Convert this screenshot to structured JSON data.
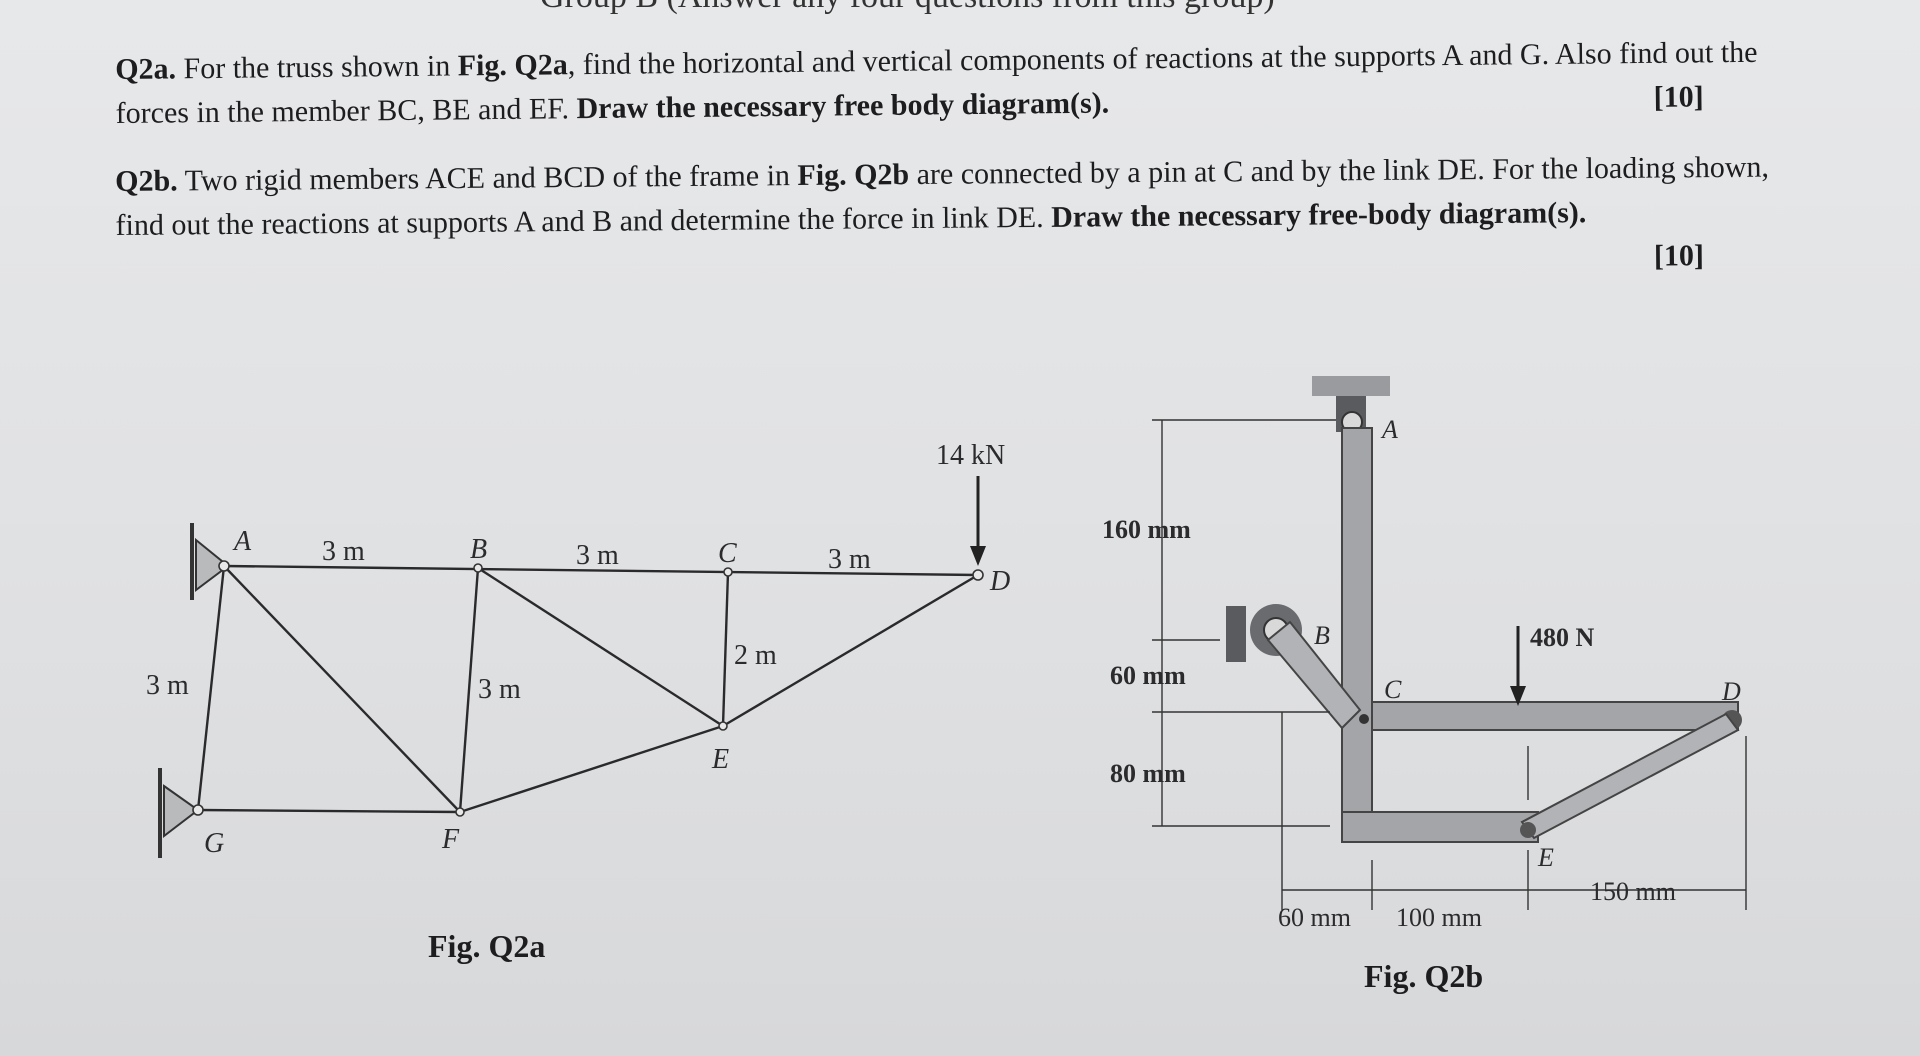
{
  "header": {
    "cut_text": "Group B (Answer any four questions from this group)"
  },
  "q2a": {
    "label": "Q2a.",
    "text_parts": [
      "For the truss shown in ",
      "Fig. Q2a",
      ", find the horizontal and vertical components of reactions at the supports A and G. Also find out the forces in the member BC, BE and EF. ",
      "Draw the necessary free body diagram(s)."
    ],
    "marks": "[10]"
  },
  "q2b": {
    "label": "Q2b.",
    "text_parts": [
      "Two rigid members ACE and BCD of the frame in ",
      "Fig. Q2b",
      " are connected by a pin at C and by the link DE. For the loading shown, find out the reactions at supports A and B and determine the force in link DE. ",
      "Draw the necessary free-body diagram(s)."
    ],
    "marks": "[10]"
  },
  "fig_q2a": {
    "caption": "Fig. Q2a",
    "nodes": {
      "A": "A",
      "B": "B",
      "C": "C",
      "D": "D",
      "E": "E",
      "F": "F",
      "G": "G"
    },
    "dims": {
      "ab": "3 m",
      "bc": "3 m",
      "cd": "3 m",
      "ag": "3 m",
      "bf": "3 m",
      "ce": "2 m"
    },
    "load": "14 kN"
  },
  "fig_q2b": {
    "caption": "Fig. Q2b",
    "labels": {
      "A": "A",
      "B": "B",
      "C": "C",
      "D": "D",
      "E": "E"
    },
    "load": "480 N",
    "dims": {
      "d160": "160 mm",
      "d60v": "60 mm",
      "d80": "80 mm",
      "d60h": "60 mm",
      "d100": "100 mm",
      "d150": "150 mm"
    }
  }
}
